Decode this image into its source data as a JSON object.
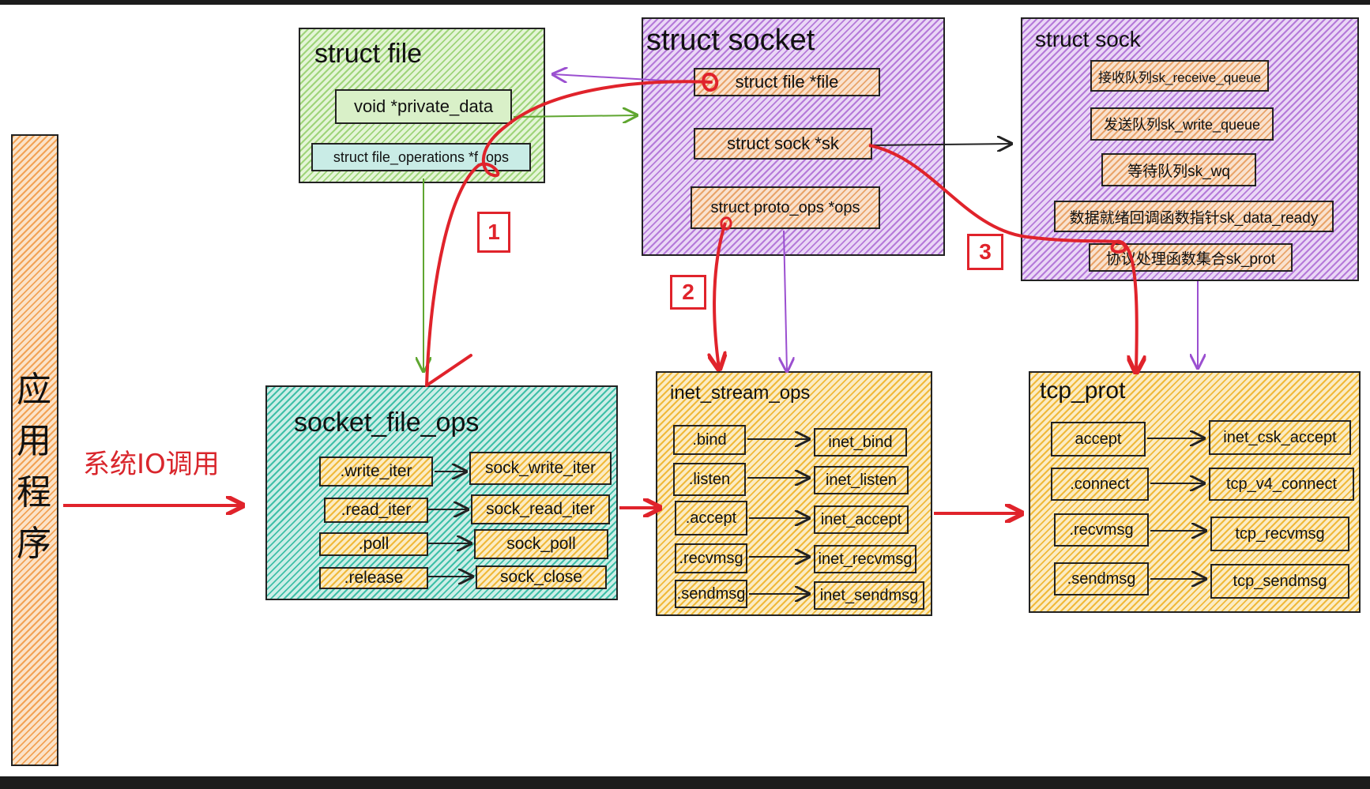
{
  "left_column": {
    "chars": [
      "应",
      "用",
      "程",
      "序"
    ]
  },
  "io_call_label": "系统IO调用",
  "struct_file": {
    "title": "struct file",
    "fields": [
      "void *private_data",
      "struct file_operations *f_ops"
    ]
  },
  "struct_socket": {
    "title": "struct socket",
    "fields": [
      "struct file *file",
      "struct sock *sk",
      "struct proto_ops *ops"
    ]
  },
  "struct_sock": {
    "title": "struct sock",
    "fields": [
      "接收队列sk_receive_queue",
      "发送队列sk_write_queue",
      "等待队列sk_wq",
      "数据就绪回调函数指针sk_data_ready",
      "协议处理函数集合sk_prot"
    ]
  },
  "socket_file_ops": {
    "title": "socket_file_ops",
    "left": [
      ".write_iter",
      ".read_iter",
      ".poll",
      ".release"
    ],
    "right": [
      "sock_write_iter",
      "sock_read_iter",
      "sock_poll",
      "sock_close"
    ]
  },
  "inet_stream_ops": {
    "title": "inet_stream_ops",
    "left": [
      ".bind",
      ".listen",
      ".accept",
      ".recvmsg",
      ".sendmsg"
    ],
    "right": [
      "inet_bind",
      "inet_listen",
      "inet_accept",
      "inet_recvmsg",
      "inet_sendmsg"
    ]
  },
  "tcp_prot": {
    "title": "tcp_prot",
    "left": [
      "accept",
      ".connect",
      ".recvmsg",
      ".sendmsg"
    ],
    "right": [
      "inet_csk_accept",
      "tcp_v4_connect",
      "tcp_recvmsg",
      "tcp_sendmsg"
    ]
  },
  "step_badges": [
    "1",
    "2",
    "3"
  ],
  "colors": {
    "red": "#e0232b",
    "purple": "#9b4fd0",
    "green": "#5fa630",
    "black": "#222222"
  }
}
